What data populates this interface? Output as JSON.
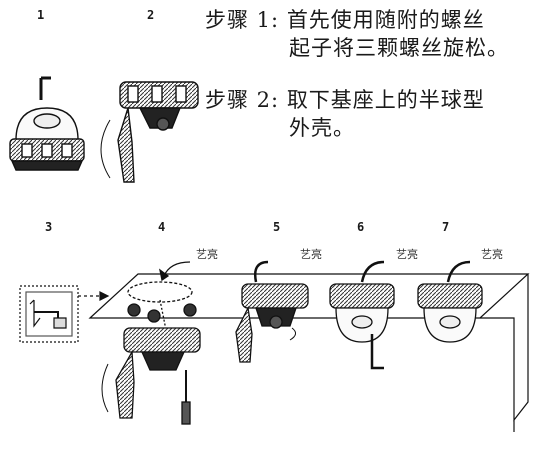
{
  "figure_labels": [
    "1",
    "2",
    "3",
    "4",
    "5",
    "6",
    "7"
  ],
  "steps": [
    {
      "label": "步骤 1:",
      "line1": "首先使用随附的螺丝",
      "line2": "起子将三颗螺丝旋松。"
    },
    {
      "label": "步骤 2:",
      "line1": "取下基座上的半球型",
      "line2": "外壳。"
    }
  ],
  "ceiling_label": "艺亮"
}
